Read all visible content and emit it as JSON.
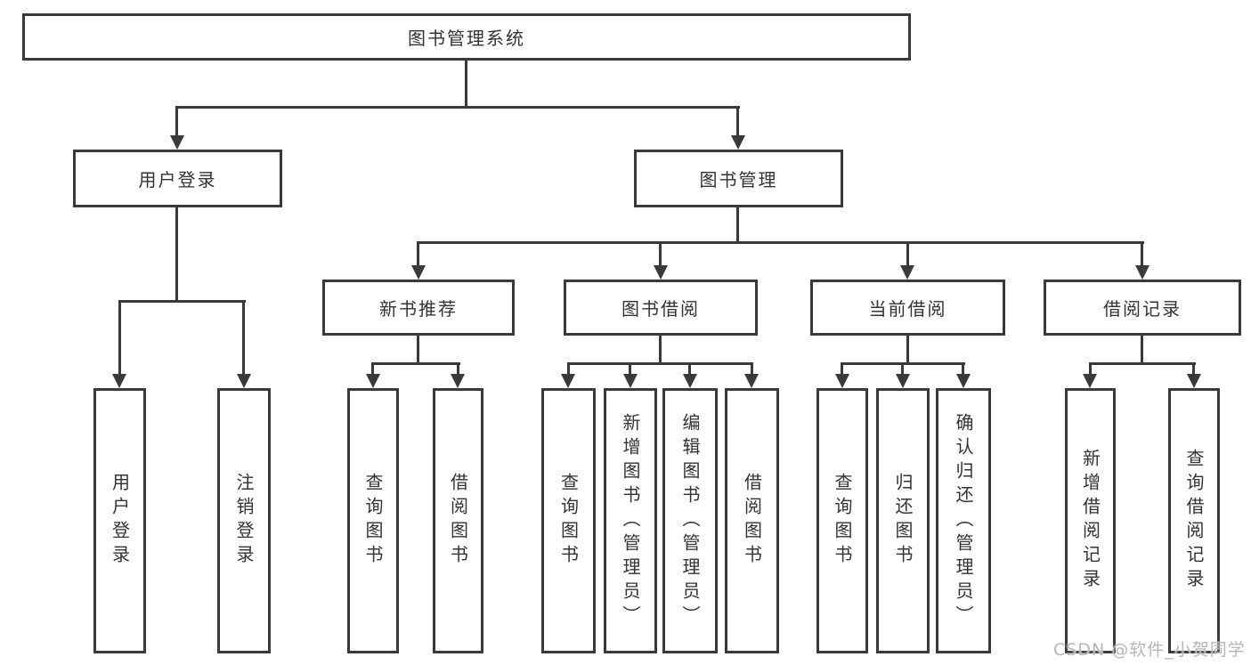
{
  "diagram_title": "图书管理系统",
  "watermark": "CSDN @软件_小贺同学",
  "colors": {
    "line": "#3a3a3a",
    "text": "#333333",
    "background": "#ffffff",
    "watermark": "#b6b6b6"
  },
  "tree": {
    "root": {
      "label": "图书管理系统"
    },
    "branches": [
      {
        "label": "用户登录",
        "children": [
          {
            "label": "用户登录"
          },
          {
            "label": "注销登录"
          }
        ]
      },
      {
        "label": "图书管理",
        "children": [
          {
            "label": "新书推荐",
            "children": [
              {
                "label": "查询图书"
              },
              {
                "label": "借阅图书"
              }
            ]
          },
          {
            "label": "图书借阅",
            "children": [
              {
                "label": "查询图书"
              },
              {
                "label": "新增图书（管理员）"
              },
              {
                "label": "编辑图书（管理员）"
              },
              {
                "label": "借阅图书"
              }
            ]
          },
          {
            "label": "当前借阅",
            "children": [
              {
                "label": "查询图书"
              },
              {
                "label": "归还图书"
              },
              {
                "label": "确认归还（管理员）"
              }
            ]
          },
          {
            "label": "借阅记录",
            "children": [
              {
                "label": "新增借阅记录"
              },
              {
                "label": "查询借阅记录"
              }
            ]
          }
        ]
      }
    ]
  }
}
